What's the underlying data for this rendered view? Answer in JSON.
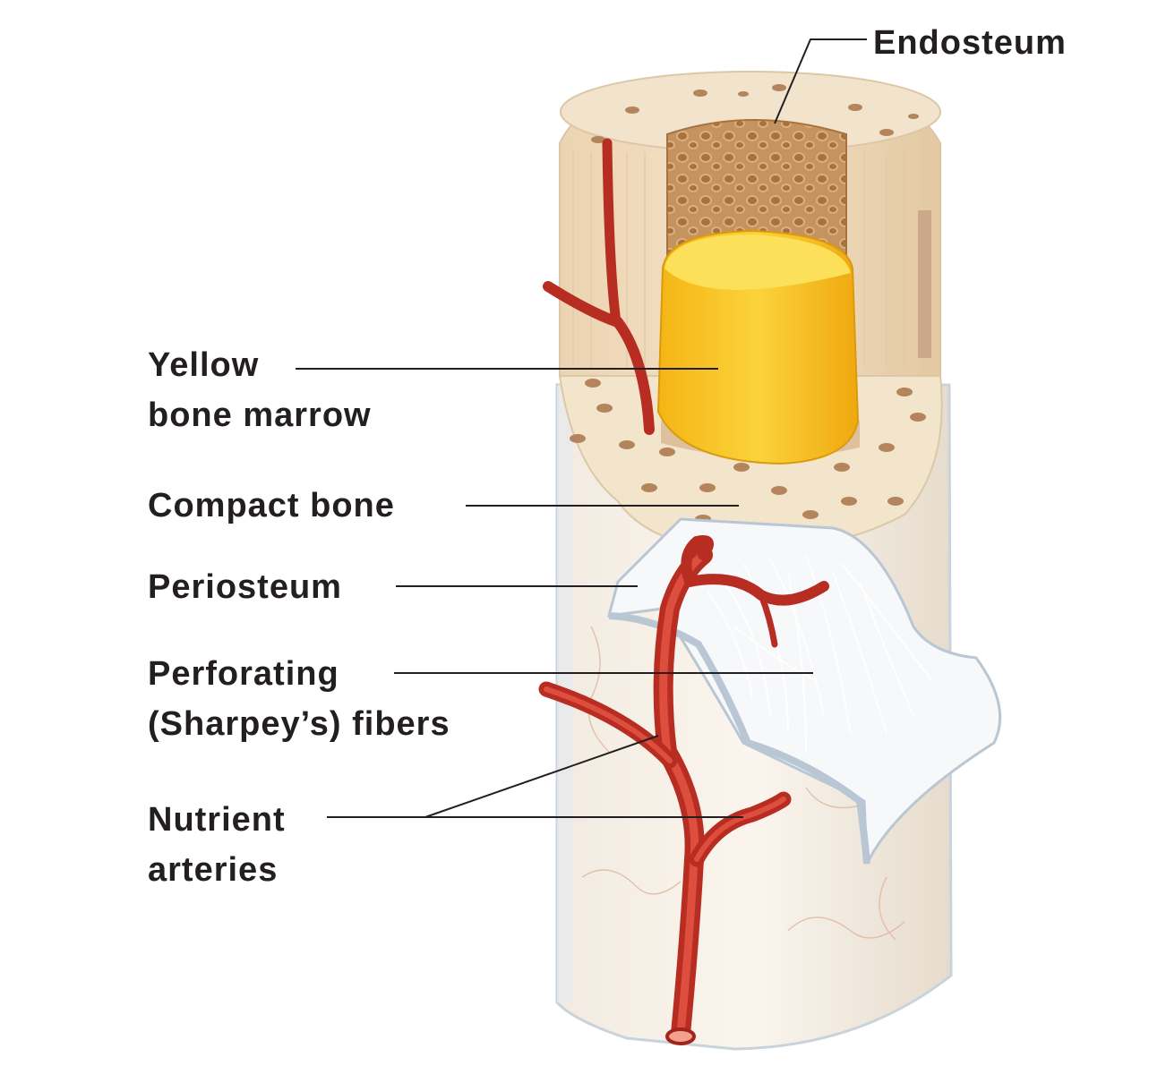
{
  "labels": {
    "endosteum": "Endosteum",
    "yellow_marrow": [
      "Yellow",
      "bone  marrow"
    ],
    "compact_bone": "Compact  bone",
    "periosteum": "Periosteum",
    "perforating_fibers": [
      "Perforating",
      "(Sharpey’s)  fibers"
    ],
    "nutrient_arteries": [
      "Nutrient",
      "arteries"
    ]
  },
  "colors": {
    "bone": "#f1e3cc",
    "bone_shade": "#dcc7a6",
    "spongy_bone": "#c99c6d",
    "yellow_marrow": "#f5c21a",
    "periosteum": "#cfd8e2",
    "artery": "#c8372a",
    "leader_line": "#231f20"
  }
}
